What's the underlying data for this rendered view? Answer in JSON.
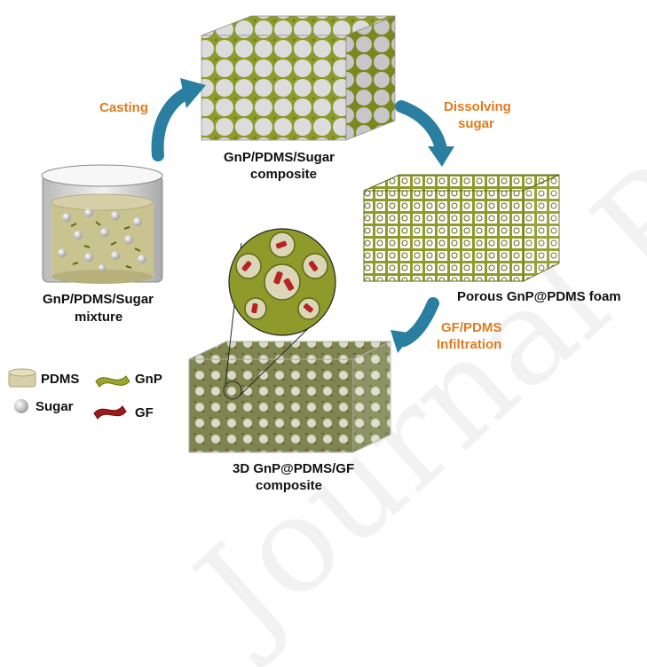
{
  "watermark": "Journal Pre-proof",
  "labels": {
    "casting": "Casting",
    "dissolving_1": "Dissolving",
    "dissolving_2": "sugar",
    "infiltration_1": "GF/PDMS",
    "infiltration_2": "Infiltration",
    "composite1_1": "GnP/PDMS/Sugar",
    "composite1_2": "composite",
    "foam": "Porous GnP@PDMS foam",
    "mixture_1": "GnP/PDMS/Sugar",
    "mixture_2": "mixture",
    "final_1": "3D GnP@PDMS/GF",
    "final_2": "composite"
  },
  "legend": [
    {
      "label": "PDMS",
      "icon": "pdms-icon"
    },
    {
      "label": "GnP",
      "icon": "gnp-icon"
    },
    {
      "label": "Sugar",
      "icon": "sugar-icon"
    },
    {
      "label": "GF",
      "icon": "gf-icon"
    }
  ],
  "colors": {
    "step_text": "#e07b1e",
    "arrow": "#2a7fa1",
    "gnp": "#8e9a2a",
    "pdms": "#d6cfa8",
    "gf": "#9e1b1b",
    "sugar": "#e6e6e6"
  }
}
